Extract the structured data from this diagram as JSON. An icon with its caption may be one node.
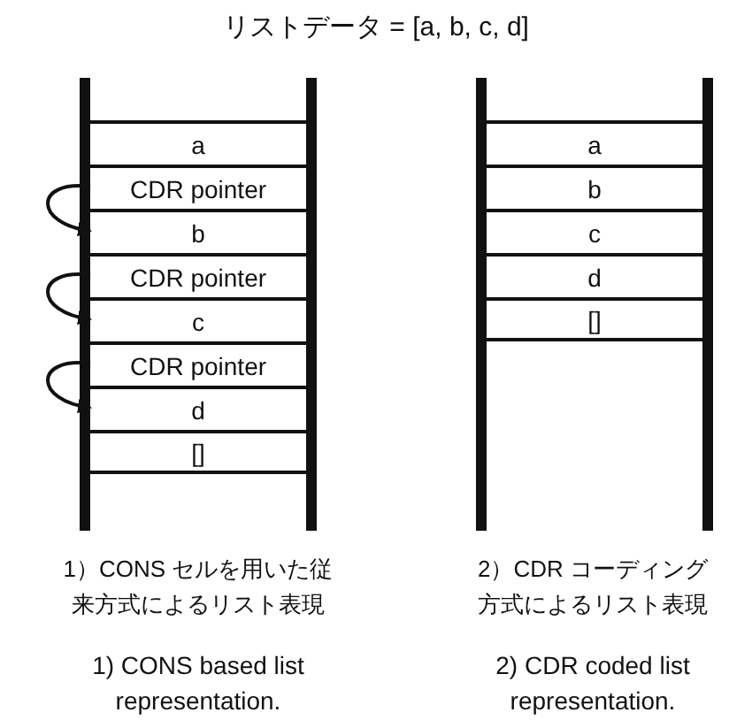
{
  "diagram": {
    "title": "リストデータ = [a, b, c, d]",
    "nodes": [
      {
        "text": [
          "a"
        ]
      },
      {
        "text": [
          "CDR pointer"
        ]
      },
      {
        "text": [
          "b"
        ]
      },
      {
        "text": [
          "CDR pointer"
        ]
      },
      {
        "text": [
          "c"
        ]
      },
      {
        "text": [
          "CDR pointer"
        ]
      },
      {
        "text": [
          "d"
        ]
      },
      {
        "text": [
          "[]"
        ]
      },
      {
        "text": [
          "a"
        ]
      },
      {
        "text": [
          "b"
        ]
      },
      {
        "text": [
          "c"
        ]
      },
      {
        "text": [
          "d"
        ]
      },
      {
        "text": [
          "[]"
        ]
      }
    ],
    "edges": [
      {
        "from": 1,
        "to": 2,
        "arrow": "to"
      },
      {
        "from": 3,
        "to": 4,
        "arrow": "to"
      },
      {
        "from": 5,
        "to": 6,
        "arrow": "to"
      }
    ],
    "labels": [
      "1）CONS セルを用いた従来方式によるリスト表現",
      "2）CDR コーディング方式によるリスト表現",
      "1) CONS based list representation.",
      "2) CDR coded list representation."
    ]
  }
}
